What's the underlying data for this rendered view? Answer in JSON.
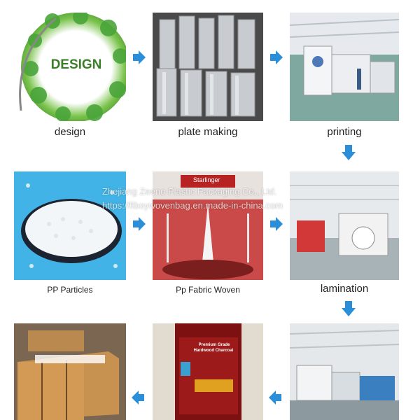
{
  "steps": [
    {
      "id": "design",
      "caption": "design",
      "badge": "DESIGN"
    },
    {
      "id": "plate-making",
      "caption": "plate making"
    },
    {
      "id": "printing",
      "caption": "printing"
    },
    {
      "id": "pp-particles",
      "caption": "PP Particles"
    },
    {
      "id": "pp-fabric-woven",
      "caption": "Pp Fabric Woven",
      "sign": "Starlinger"
    },
    {
      "id": "lamination",
      "caption": "lamination"
    },
    {
      "id": "packing",
      "caption": ""
    },
    {
      "id": "finished-bag",
      "caption": "",
      "bag_text": [
        "Premium Grade",
        "Hardwood Charcoal"
      ]
    },
    {
      "id": "bag-making",
      "caption": ""
    }
  ],
  "watermark": {
    "line1": "Zhejiang Zeeno Plastic Packaging Co., Ltd.",
    "line2": "https://fiboywovenbag.en.made-in-china.com"
  },
  "colors": {
    "arrow": "#2a8fd8",
    "leaf": "#3e9b2c",
    "badge_text": "#3b7e2a"
  }
}
